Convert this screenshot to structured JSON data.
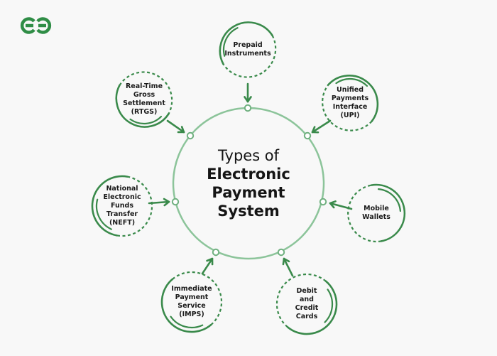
{
  "logo": {
    "text": "GG",
    "color": "#2f8d46"
  },
  "colors": {
    "accent": "#3a8a4b",
    "center_ring": "#8cc49a",
    "background": "#f8f8f8"
  },
  "center": {
    "line1": "Types of",
    "line2": "Electronic",
    "line3": "Payment",
    "line4": "System"
  },
  "nodes": [
    {
      "id": "prepaid",
      "label": "Prepaid\nInstruments"
    },
    {
      "id": "upi",
      "label": "Unified\nPayments\nInterface\n(UPI)"
    },
    {
      "id": "mobile",
      "label": "Mobile\nWallets"
    },
    {
      "id": "debit",
      "label": "Debit\nand\nCredit\nCards"
    },
    {
      "id": "imps",
      "label": "Immediate\nPayment\nService\n(IMPS)"
    },
    {
      "id": "neft",
      "label": "National\nElectronic\nFunds\nTransfer\n(NEFT)"
    },
    {
      "id": "rtgs",
      "label": "Real-Time\nGross\nSettlement\n(RTGS)"
    }
  ]
}
